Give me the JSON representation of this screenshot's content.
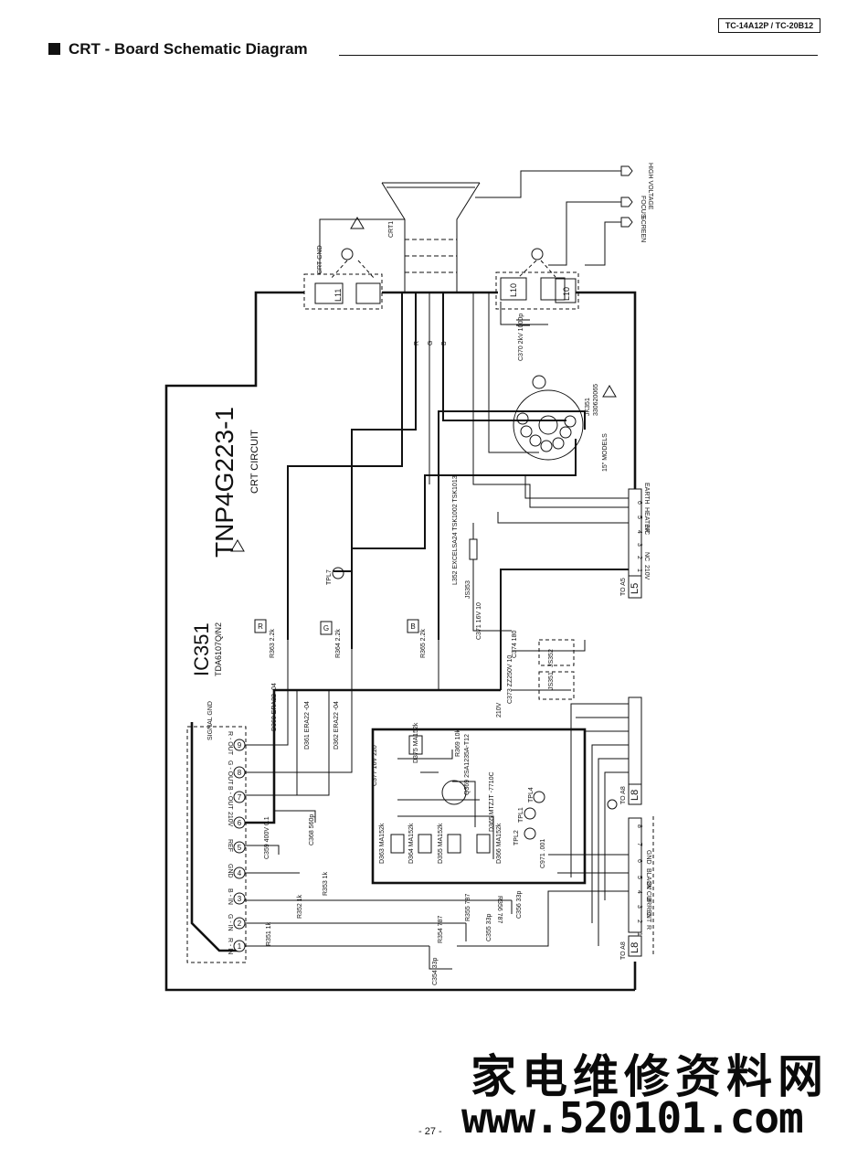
{
  "header": {
    "model": "TC-14A12P / TC-20B12",
    "title": "CRT - Board Schematic Diagram"
  },
  "board": {
    "part_number": "TNP4G223-1",
    "circuit_name": "CRT CIRCUIT",
    "ic_name": "IC351",
    "ic_part": "TDA6107Q/N2",
    "crt_label": "CRT1",
    "socket_label": "JK351",
    "socket_part": "330620065",
    "models_note": "15\" MODELS"
  },
  "outputs": {
    "high_voltage": "HIGH VOLTAGE",
    "focus": "FOCUS",
    "screen": "SCREEN"
  },
  "ic_pins": [
    {
      "num": "9",
      "label": "R - OUT"
    },
    {
      "num": "8",
      "label": "G - OUT"
    },
    {
      "num": "7",
      "label": "B - OUT"
    },
    {
      "num": "6",
      "label": "210V"
    },
    {
      "num": "5",
      "label": "REF"
    },
    {
      "num": "4",
      "label": "GND"
    },
    {
      "num": "3",
      "label": "B - IN"
    },
    {
      "num": "2",
      "label": "G - IN"
    },
    {
      "num": "1",
      "label": "R - IN"
    }
  ],
  "ic_top_labels": {
    "signal_gnd": "SIGNAL GND"
  },
  "connector_l5": {
    "name": "L5",
    "to": "TO A5",
    "pins": [
      {
        "num": "6",
        "label": "EARTH"
      },
      {
        "num": "5",
        "label": "HEATER"
      },
      {
        "num": "4",
        "label": "NC"
      },
      {
        "num": "3",
        "label": ""
      },
      {
        "num": "2",
        "label": "NC"
      },
      {
        "num": "1",
        "label": "210V"
      }
    ]
  },
  "connector_l8": {
    "name": "L8",
    "to_top": "TO A8",
    "to_bottom": "TO A8",
    "pins": [
      {
        "num": "8",
        "label": ""
      },
      {
        "num": "7",
        "label": "GND"
      },
      {
        "num": "6",
        "label": "BLACK CURRENT"
      },
      {
        "num": "5",
        "label": "8V"
      },
      {
        "num": "4",
        "label": "B"
      },
      {
        "num": "3",
        "label": "G"
      },
      {
        "num": "2",
        "label": "R"
      },
      {
        "num": "1",
        "label": ""
      }
    ]
  },
  "components": {
    "R363": "R363 2.2k",
    "R364": "R364 2.2k",
    "R365": "R365 2.2k",
    "R351": "R351 1k",
    "R352": "R352 1k",
    "R353": "R353 1k",
    "R354": "R354 787",
    "R355": "R355 787",
    "R356": "R356 787",
    "R369": "R369 10k",
    "C359": "C359 400V 0.1",
    "C368": "C368 560p",
    "C354": "C354 33p",
    "C355": "C355 33p",
    "C356": "C356 33p",
    "C370": "C370 2kV 1000p",
    "C371": "C371 16V 10",
    "C373": "C373 ZZ250V 10",
    "C374": "C374 180",
    "C377": "C377 16V 220",
    "C971": "C971 .001",
    "D360": "D360 ERA22 -04",
    "D361": "D361 ERA22 -04",
    "D362": "D362 ERA22 -04",
    "D363": "D363 MA152k",
    "D364": "D364 MA152k",
    "D365": "D365 MTZJT -7710C",
    "D366": "D366 MA152k",
    "D355": "D355 MA152k",
    "D375": "D375 MA152k",
    "Q369": "Q369 2SA1235A-T12",
    "L352": "L352 EXCELSA24 TSK1002 TSK1013",
    "JS351": "JS351",
    "JS352": "JS352",
    "JS353": "JS353",
    "TPL1": "TPL1",
    "TPL2": "TPL2",
    "TPL4": "TPL4",
    "TPL7": "TPL7",
    "L10": "L10",
    "L11": "L11",
    "sq_R": "R",
    "sq_G": "G",
    "sq_B": "B",
    "v210": "210V",
    "crt_gnd": "CRT GND"
  },
  "footer": {
    "page": "- 27 -",
    "watermark_cn": "家电维修资料网",
    "watermark_url": "www.520101.com"
  }
}
